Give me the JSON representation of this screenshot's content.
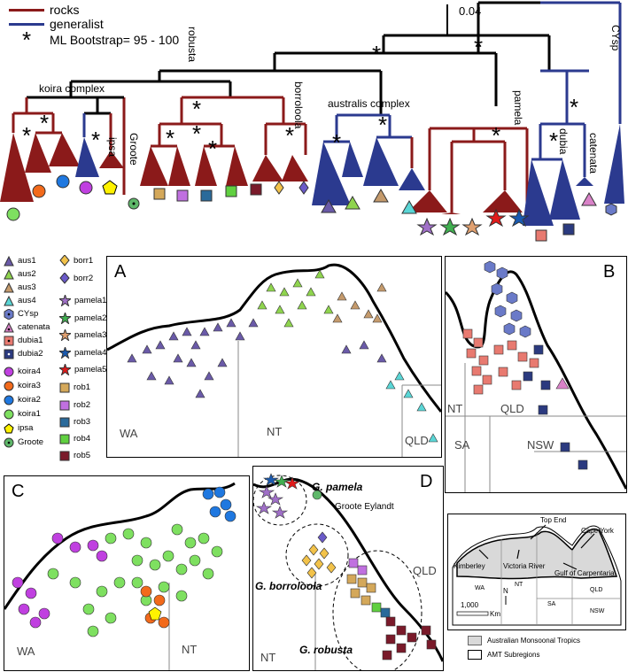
{
  "top_legend": {
    "rocks": "rocks",
    "generalist": "generalist",
    "bootstrap": "ML Bootstrap= 95 - 100"
  },
  "colors": {
    "rocks": "#8b1a1a",
    "generalist": "#2b3a8f",
    "tree": "#000000"
  },
  "tree": {
    "scale": "0.04",
    "koira_complex": "koira complex",
    "robusta": "robusta",
    "borroloola": "borroloola",
    "australis_complex": "australis complex",
    "pamela": "pamela",
    "dubia": "dubia",
    "catenata": "catenata",
    "cysp": "CYsp",
    "groote": "Groote",
    "ipsa": "ipsa"
  },
  "legend_col1": [
    {
      "label": "aus1",
      "shape": "triangle",
      "color": "#6a5aa8"
    },
    {
      "label": "aus2",
      "shape": "triangle",
      "color": "#8fd44e"
    },
    {
      "label": "aus3",
      "shape": "triangle",
      "color": "#c49a6c"
    },
    {
      "label": "aus4",
      "shape": "triangle",
      "color": "#5ad6d6"
    },
    {
      "label": "CYsp",
      "shape": "hexagon",
      "color": "#6a7ac8"
    },
    {
      "label": "catenata",
      "shape": "triangle-dot",
      "color": "#d982c8"
    },
    {
      "label": "dubia1",
      "shape": "square-dot",
      "color": "#e87a70"
    },
    {
      "label": "dubia2",
      "shape": "square-dot",
      "color": "#2b3a7f"
    },
    {
      "label": "koira4",
      "shape": "circle",
      "color": "#c040e0"
    },
    {
      "label": "koira3",
      "shape": "circle",
      "color": "#f26a1b"
    },
    {
      "label": "koira2",
      "shape": "circle",
      "color": "#1f78e0"
    },
    {
      "label": "koira1",
      "shape": "circle",
      "color": "#7ee060"
    },
    {
      "label": "ipsa",
      "shape": "pentagon",
      "color": "#fff200"
    },
    {
      "label": "Groote",
      "shape": "circle-dot",
      "color": "#5fb86a"
    }
  ],
  "legend_col2": [
    {
      "label": "borr1",
      "shape": "diamond",
      "color": "#f2c24a"
    },
    {
      "label": "borr2",
      "shape": "diamond",
      "color": "#6a5ac8"
    },
    {
      "label": "pamela1",
      "shape": "star",
      "color": "#a070c8"
    },
    {
      "label": "pamela2",
      "shape": "star",
      "color": "#40b050"
    },
    {
      "label": "pamela3",
      "shape": "star",
      "color": "#e0a070"
    },
    {
      "label": "pamela4",
      "shape": "star",
      "color": "#1a5ab0"
    },
    {
      "label": "pamela5",
      "shape": "star",
      "color": "#e01a1a"
    },
    {
      "label": "rob1",
      "shape": "square",
      "color": "#d4a85a"
    },
    {
      "label": "rob2",
      "shape": "square",
      "color": "#c070e0"
    },
    {
      "label": "rob3",
      "shape": "square",
      "color": "#2a6a9a"
    },
    {
      "label": "rob4",
      "shape": "square",
      "color": "#60d040"
    },
    {
      "label": "rob5",
      "shape": "square",
      "color": "#7a1a2a"
    }
  ],
  "panels": {
    "a": {
      "letter": "A",
      "regions": [
        "WA",
        "NT",
        "QLD"
      ]
    },
    "b": {
      "letter": "B",
      "regions": [
        "NT",
        "QLD",
        "SA",
        "NSW"
      ]
    },
    "c": {
      "letter": "C",
      "regions": [
        "WA",
        "NT"
      ]
    },
    "d": {
      "letter": "D",
      "regions": [
        "NT",
        "QLD"
      ],
      "labels": [
        "G. pamela",
        "Groote Eylandt",
        "G. borroloola",
        "G. robusta"
      ]
    }
  },
  "inset": {
    "regions": [
      "Top End",
      "Kimberley",
      "Cape York",
      "Victoria River",
      "Gulf of Carpentaria"
    ],
    "states": [
      "WA",
      "NT",
      "SA",
      "QLD",
      "NSW"
    ],
    "scale_value": "1,000",
    "scale_unit": "Km",
    "north": "N",
    "legend_amt": "Australian Monsoonal Tropics",
    "legend_sub": "AMT Subregions"
  }
}
